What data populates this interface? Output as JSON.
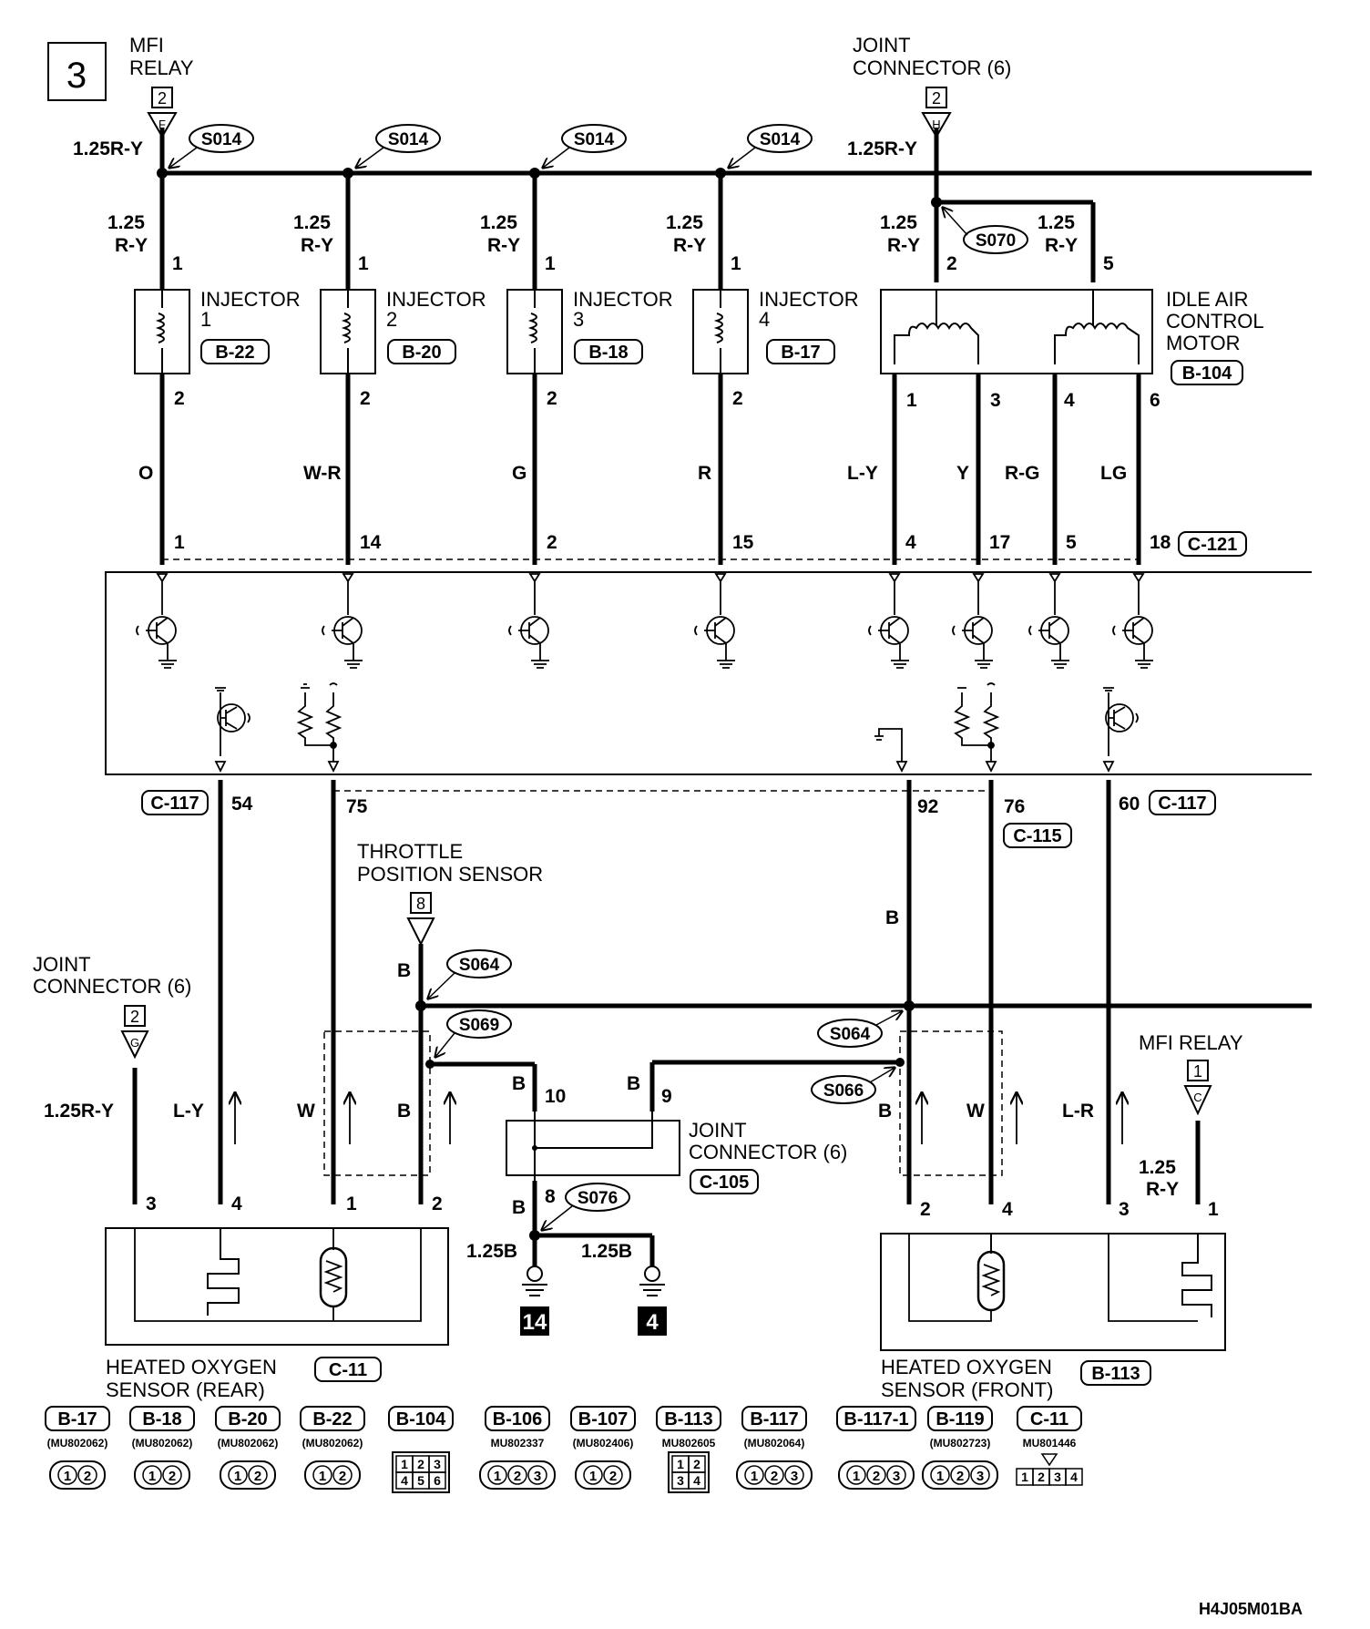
{
  "page": {
    "number": "3",
    "figure_id": "H4J05M01BA"
  },
  "labels": {
    "mfi_relay_top_1": "MFI",
    "mfi_relay_top_2": "RELAY",
    "mfi_relay_top_pin": "2",
    "mfi_relay_top_conn": "F",
    "mfi_relay_top_wire": "1.25R-Y",
    "joint_top_1": "JOINT",
    "joint_top_2": "CONNECTOR (6)",
    "joint_top_pin": "2",
    "joint_top_conn": "H",
    "joint_top_wire": "1.25R-Y",
    "splice_s014": "S014",
    "splice_s070": "S070",
    "splice_s064": "S064",
    "splice_s069": "S069",
    "splice_s066": "S066",
    "splice_s076": "S076",
    "wire_125": "1.25",
    "wire_ry": "R-Y",
    "pin_1": "1",
    "pin_2": "2",
    "pin_5": "5",
    "injector": "INJECTOR",
    "inj_num_1": "1",
    "inj_num_2": "2",
    "inj_num_3": "3",
    "inj_num_4": "4",
    "conn_b22": "B-22",
    "conn_b20": "B-20",
    "conn_b18": "B-18",
    "conn_b17": "B-17",
    "iac_1": "IDLE AIR",
    "iac_2": "CONTROL",
    "iac_3": "MOTOR",
    "conn_b104": "B-104",
    "iac_pin_1": "1",
    "iac_pin_3": "3",
    "iac_pin_4": "4",
    "iac_pin_6": "6",
    "color_o": "O",
    "color_wr": "W-R",
    "color_g": "G",
    "color_r": "R",
    "color_ly": "L-Y",
    "color_y": "Y",
    "color_rg": "R-G",
    "color_lg": "LG",
    "ecu_pin_1": "1",
    "ecu_pin_14": "14",
    "ecu_pin_2": "2",
    "ecu_pin_15": "15",
    "ecu_pin_4": "4",
    "ecu_pin_17": "17",
    "ecu_pin_5": "5",
    "ecu_pin_18": "18",
    "conn_c121": "C-121",
    "conn_c117": "C-117",
    "conn_c115": "C-115",
    "ecu_pin_54": "54",
    "ecu_pin_75": "75",
    "ecu_pin_92": "92",
    "ecu_pin_76": "76",
    "ecu_pin_60": "60",
    "tps_1": "THROTTLE",
    "tps_2": "POSITION SENSOR",
    "tps_pin": "8",
    "joint_left_1": "JOINT",
    "joint_left_2": "CONNECTOR (6)",
    "joint_left_pin": "2",
    "joint_left_conn": "G",
    "color_b": "B",
    "color_w": "W",
    "color_lr": "L-R",
    "wire_125ry": "1.25R-Y",
    "wire_125b": "1.25B",
    "mfi_relay_right": "MFI RELAY",
    "mfi_relay_right_pin": "1",
    "mfi_relay_right_conn": "C",
    "joint_mid_1": "JOINT",
    "joint_mid_2": "CONNECTOR (6)",
    "conn_c105": "C-105",
    "jc_pin_10": "10",
    "jc_pin_9": "9",
    "jc_pin_8": "8",
    "ho2_pin_1": "1",
    "ho2_pin_2": "2",
    "ho2_pin_3": "3",
    "ho2_pin_4": "4",
    "ground_14": "14",
    "ground_4": "4",
    "ho2_rear_1": "HEATED OXYGEN",
    "ho2_rear_2": "SENSOR (REAR)",
    "conn_c11": "C-11",
    "ho2_front_1": "HEATED OXYGEN",
    "ho2_front_2": "SENSOR (FRONT)",
    "conn_b113": "B-113"
  },
  "connector_legend": [
    {
      "id": "B-17",
      "part": "(MU802062)",
      "pins": [
        "1",
        "2"
      ]
    },
    {
      "id": "B-18",
      "part": "(MU802062)",
      "pins": [
        "1",
        "2"
      ]
    },
    {
      "id": "B-20",
      "part": "(MU802062)",
      "pins": [
        "1",
        "2"
      ]
    },
    {
      "id": "B-22",
      "part": "(MU802062)",
      "pins": [
        "1",
        "2"
      ]
    },
    {
      "id": "B-104",
      "part": "",
      "pins": [
        "1",
        "2",
        "3",
        "4",
        "5",
        "6"
      ]
    },
    {
      "id": "B-106",
      "part": "MU802337",
      "pins": [
        "1",
        "2",
        "3"
      ]
    },
    {
      "id": "B-107",
      "part": "(MU802406)",
      "pins": [
        "1",
        "2"
      ]
    },
    {
      "id": "B-113",
      "part": "MU802605",
      "pins": [
        "1",
        "2",
        "3",
        "4"
      ]
    },
    {
      "id": "B-117",
      "part": "(MU802064)",
      "pins": [
        "1",
        "2",
        "3"
      ]
    },
    {
      "id": "B-117-1",
      "part": "",
      "pins": [
        "1",
        "2",
        "3"
      ]
    },
    {
      "id": "B-119",
      "part": "(MU802723)",
      "pins": [
        "1",
        "2",
        "3"
      ]
    },
    {
      "id": "C-11",
      "part": "MU801446",
      "pins": [
        "1",
        "2",
        "3",
        "4"
      ]
    }
  ]
}
